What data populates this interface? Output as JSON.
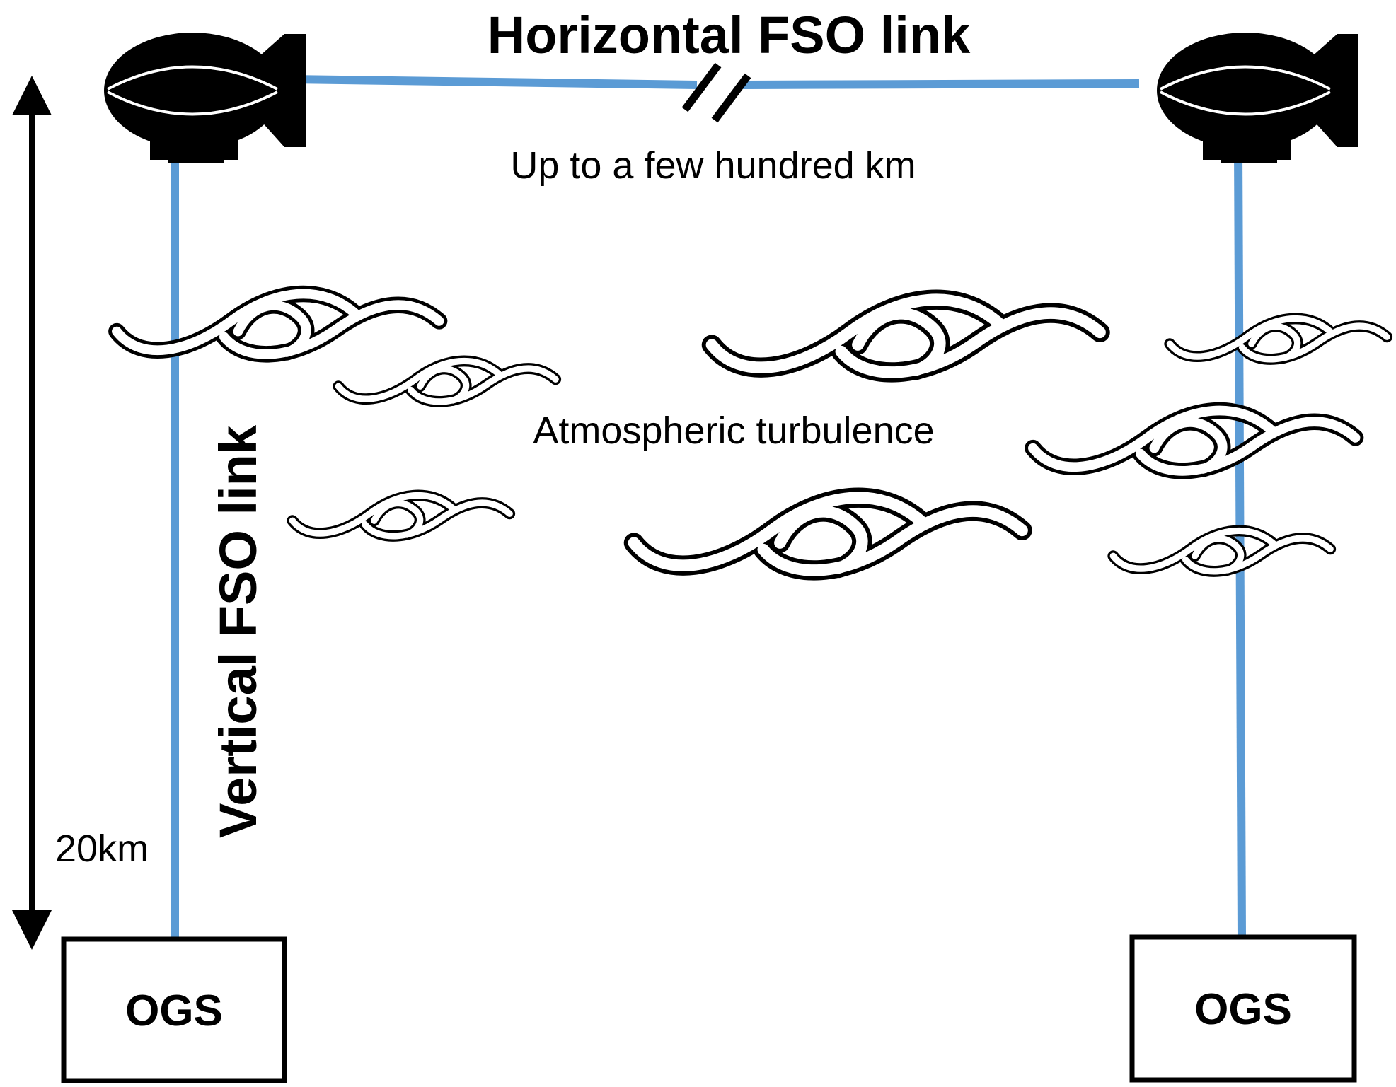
{
  "title": "Horizontal FSO link",
  "horizontal_distance": "Up to a few hundred km",
  "vertical_label": "Vertical FSO link",
  "altitude": "20km",
  "turbulence_label": "Atmospheric turbulence",
  "ground_station_left": "OGS",
  "ground_station_right": "OGS",
  "colors": {
    "beam": "#5b9bd5",
    "ink": "#000000",
    "background": "#ffffff"
  },
  "icons": [
    "airship-icon",
    "airship-icon",
    "turbulence-icon",
    "double-arrow-icon",
    "break-mark-icon"
  ]
}
